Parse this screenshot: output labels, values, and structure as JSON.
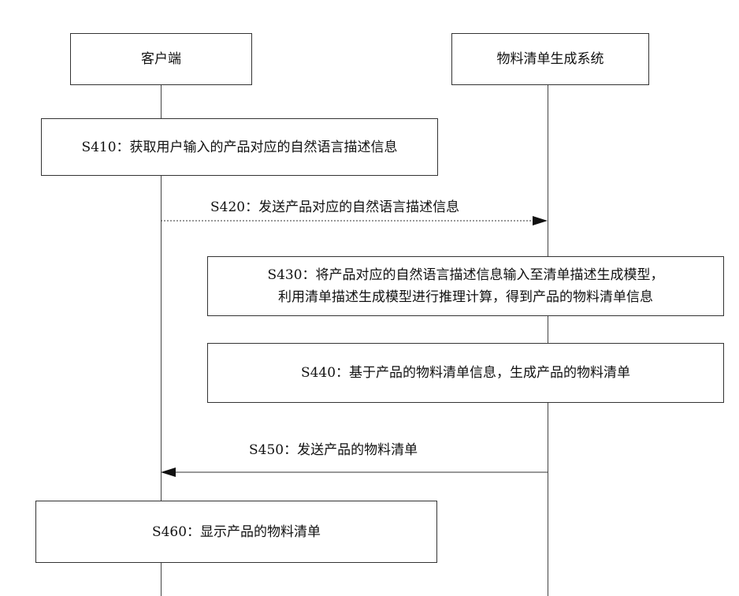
{
  "participants": [
    {
      "label": "客户端"
    },
    {
      "label": "物料清单生成系统"
    }
  ],
  "steps": {
    "s410": {
      "text": "S410：获取用户输入的产品对应的自然语言描述信息"
    },
    "s420": {
      "text": "S420：发送产品对应的自然语言描述信息"
    },
    "s430": {
      "lines": [
        "S430：将产品对应的自然语言描述信息输入至清单描述生成模型，",
        "利用清单描述生成模型进行推理计算，得到产品的物料清单信息"
      ]
    },
    "s440": {
      "text": "S440：基于产品的物料清单信息，生成产品的物料清单"
    },
    "s450": {
      "text": "S450：发送产品的物料清单"
    },
    "s460": {
      "text": "S460：显示产品的物料清单"
    }
  }
}
